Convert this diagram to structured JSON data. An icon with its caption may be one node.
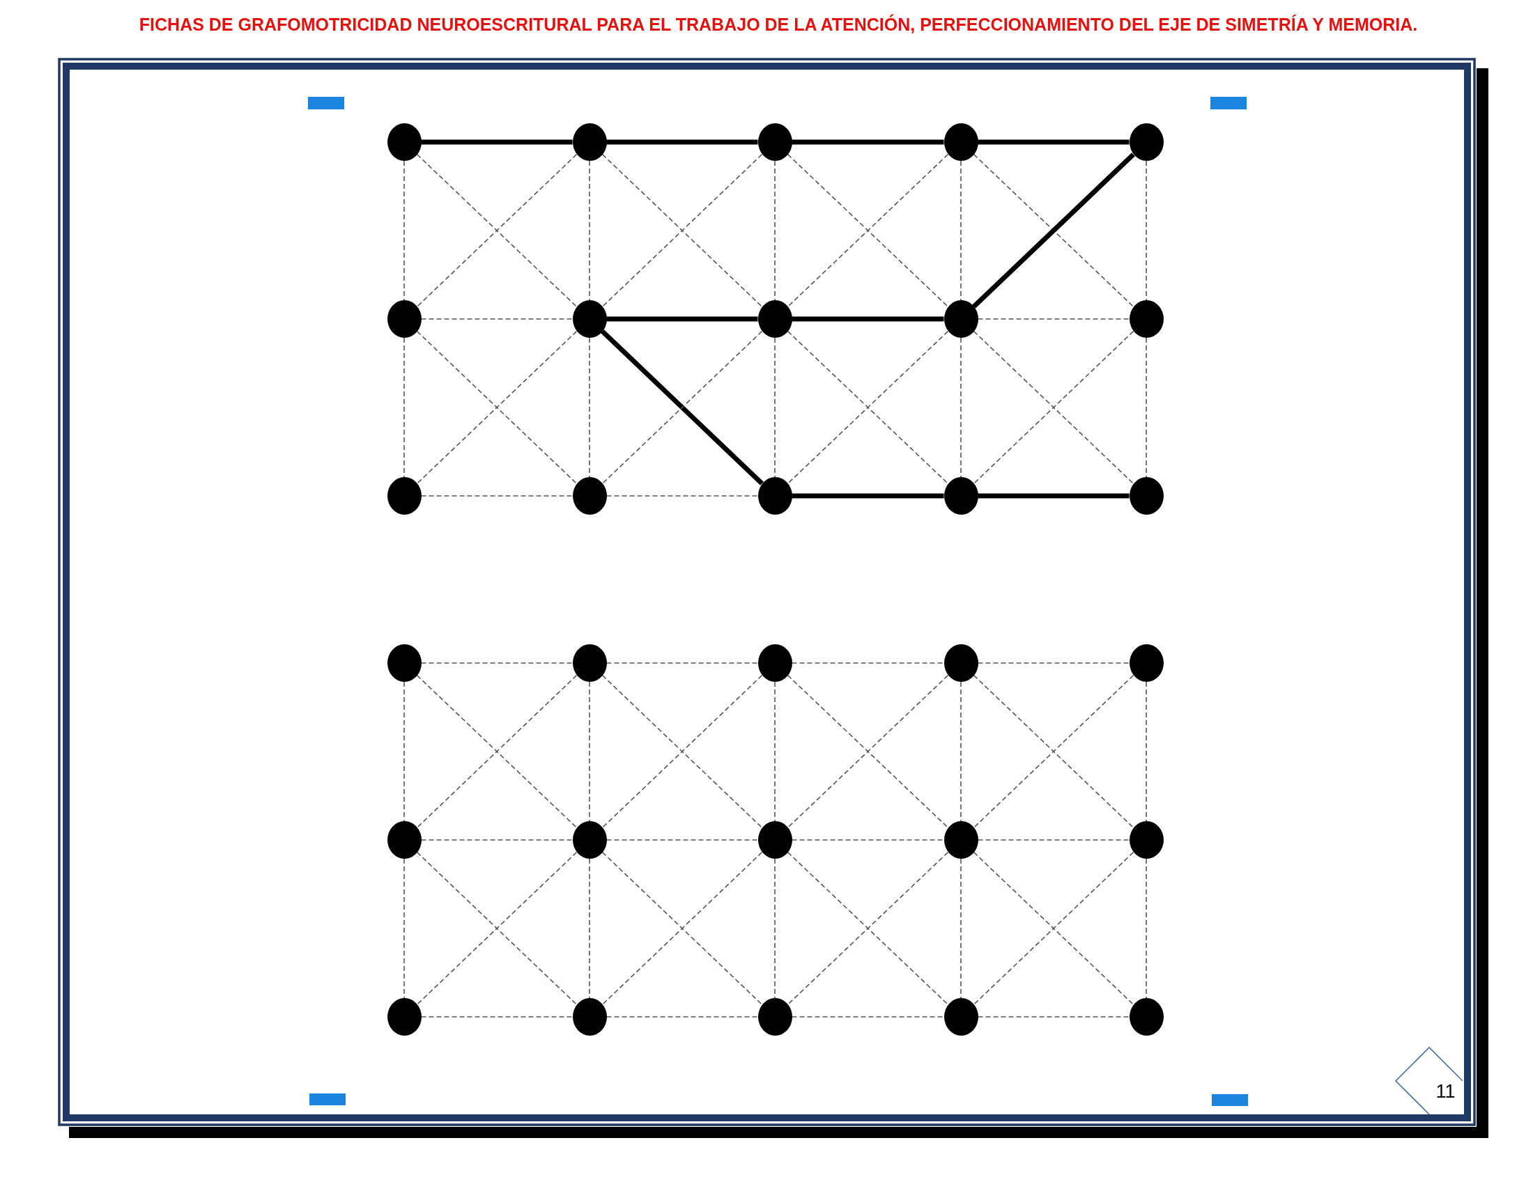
{
  "diagram": {
    "title": "FICHAS DE GRAFOMOTRICIDAD NEUROESCRITURAL PARA EL TRABAJO DE LA ATENCIÓN, PERFECCIONAMIENTO DEL EJE DE SIMETRÍA Y MEMORIA.",
    "nodes": [
      {
        "text": [],
        "shape": "circle"
      },
      {
        "text": [],
        "shape": "circle"
      },
      {
        "text": [],
        "shape": "circle"
      },
      {
        "text": [],
        "shape": "circle"
      },
      {
        "text": [],
        "shape": "circle"
      },
      {
        "text": [],
        "shape": "circle"
      },
      {
        "text": [],
        "shape": "circle"
      },
      {
        "text": [],
        "shape": "circle"
      },
      {
        "text": [],
        "shape": "circle"
      },
      {
        "text": [],
        "shape": "circle"
      },
      {
        "text": [],
        "shape": "circle"
      },
      {
        "text": [],
        "shape": "circle"
      },
      {
        "text": [],
        "shape": "circle"
      },
      {
        "text": [],
        "shape": "circle"
      },
      {
        "text": [],
        "shape": "circle"
      },
      {
        "text": [],
        "shape": "circle"
      },
      {
        "text": [],
        "shape": "circle"
      },
      {
        "text": [],
        "shape": "circle"
      },
      {
        "text": [],
        "shape": "circle"
      },
      {
        "text": [],
        "shape": "circle"
      },
      {
        "text": [],
        "shape": "circle"
      },
      {
        "text": [],
        "shape": "circle"
      },
      {
        "text": [],
        "shape": "circle"
      },
      {
        "text": [],
        "shape": "circle"
      },
      {
        "text": [],
        "shape": "circle"
      },
      {
        "text": [],
        "shape": "circle"
      },
      {
        "text": [],
        "shape": "circle"
      },
      {
        "text": [],
        "shape": "circle"
      },
      {
        "text": [],
        "shape": "circle"
      },
      {
        "text": [],
        "shape": "circle"
      },
      {
        "text": [
          "11"
        ]
      }
    ],
    "edges": [
      {
        "from": 0,
        "to": 1,
        "arrow": "none",
        "style": "thick",
        "color": "#000000"
      },
      {
        "from": 1,
        "to": 2,
        "arrow": "none",
        "style": "thick",
        "color": "#000000"
      },
      {
        "from": 2,
        "to": 3,
        "arrow": "none",
        "style": "thick",
        "color": "#000000"
      },
      {
        "from": 3,
        "to": 4,
        "arrow": "none",
        "style": "thick",
        "color": "#000000"
      },
      {
        "from": 5,
        "to": 6,
        "arrow": "none",
        "style": "dashed"
      },
      {
        "from": 6,
        "to": 7,
        "arrow": "none",
        "style": "thick",
        "color": "#000000"
      },
      {
        "from": 7,
        "to": 8,
        "arrow": "none",
        "style": "thick",
        "color": "#000000"
      },
      {
        "from": 8,
        "to": 9,
        "arrow": "none",
        "style": "dashed"
      },
      {
        "from": 10,
        "to": 11,
        "arrow": "none",
        "style": "dashed"
      },
      {
        "from": 11,
        "to": 12,
        "arrow": "none",
        "style": "dashed"
      },
      {
        "from": 12,
        "to": 13,
        "arrow": "none",
        "style": "thick",
        "color": "#000000"
      },
      {
        "from": 13,
        "to": 14,
        "arrow": "none",
        "style": "thick",
        "color": "#000000"
      },
      {
        "from": 0,
        "to": 5,
        "arrow": "none",
        "style": "dashed"
      },
      {
        "from": 1,
        "to": 6,
        "arrow": "none",
        "style": "dashed"
      },
      {
        "from": 2,
        "to": 7,
        "arrow": "none",
        "style": "dashed"
      },
      {
        "from": 3,
        "to": 8,
        "arrow": "none",
        "style": "dashed"
      },
      {
        "from": 4,
        "to": 9,
        "arrow": "none",
        "style": "dashed"
      },
      {
        "from": 5,
        "to": 10,
        "arrow": "none",
        "style": "dashed"
      },
      {
        "from": 6,
        "to": 11,
        "arrow": "none",
        "style": "dashed"
      },
      {
        "from": 7,
        "to": 12,
        "arrow": "none",
        "style": "dashed"
      },
      {
        "from": 8,
        "to": 13,
        "arrow": "none",
        "style": "dashed"
      },
      {
        "from": 9,
        "to": 14,
        "arrow": "none",
        "style": "dashed"
      },
      {
        "from": 0,
        "to": 6,
        "arrow": "none",
        "style": "dashed"
      },
      {
        "from": 1,
        "to": 5,
        "arrow": "none",
        "style": "dashed"
      },
      {
        "from": 1,
        "to": 7,
        "arrow": "none",
        "style": "dashed"
      },
      {
        "from": 2,
        "to": 6,
        "arrow": "none",
        "style": "dashed"
      },
      {
        "from": 2,
        "to": 8,
        "arrow": "none",
        "style": "dashed"
      },
      {
        "from": 3,
        "to": 7,
        "arrow": "none",
        "style": "dashed"
      },
      {
        "from": 3,
        "to": 9,
        "arrow": "none",
        "style": "dashed"
      },
      {
        "from": 4,
        "to": 8,
        "arrow": "none",
        "style": "thick",
        "color": "#000000"
      },
      {
        "from": 5,
        "to": 11,
        "arrow": "none",
        "style": "dashed"
      },
      {
        "from": 6,
        "to": 10,
        "arrow": "none",
        "style": "dashed"
      },
      {
        "from": 6,
        "to": 12,
        "arrow": "none",
        "style": "thick",
        "color": "#000000"
      },
      {
        "from": 7,
        "to": 11,
        "arrow": "none",
        "style": "dashed"
      },
      {
        "from": 7,
        "to": 13,
        "arrow": "none",
        "style": "dashed"
      },
      {
        "from": 8,
        "to": 12,
        "arrow": "none",
        "style": "dashed"
      },
      {
        "from": 8,
        "to": 14,
        "arrow": "none",
        "style": "dashed"
      },
      {
        "from": 9,
        "to": 13,
        "arrow": "none",
        "style": "dashed"
      },
      {
        "from": 15,
        "to": 16,
        "arrow": "none",
        "style": "dashed"
      },
      {
        "from": 16,
        "to": 17,
        "arrow": "none",
        "style": "dashed"
      },
      {
        "from": 17,
        "to": 18,
        "arrow": "none",
        "style": "dashed"
      },
      {
        "from": 18,
        "to": 19,
        "arrow": "none",
        "style": "dashed"
      },
      {
        "from": 20,
        "to": 21,
        "arrow": "none",
        "style": "dashed"
      },
      {
        "from": 21,
        "to": 22,
        "arrow": "none",
        "style": "dashed"
      },
      {
        "from": 22,
        "to": 23,
        "arrow": "none",
        "style": "dashed"
      },
      {
        "from": 23,
        "to": 24,
        "arrow": "none",
        "style": "dashed"
      },
      {
        "from": 25,
        "to": 26,
        "arrow": "none",
        "style": "dashed"
      },
      {
        "from": 26,
        "to": 27,
        "arrow": "none",
        "style": "dashed"
      },
      {
        "from": 27,
        "to": 28,
        "arrow": "none",
        "style": "dashed"
      },
      {
        "from": 28,
        "to": 29,
        "arrow": "none",
        "style": "dashed"
      },
      {
        "from": 15,
        "to": 20,
        "arrow": "none",
        "style": "dashed"
      },
      {
        "from": 16,
        "to": 21,
        "arrow": "none",
        "style": "dashed"
      },
      {
        "from": 17,
        "to": 22,
        "arrow": "none",
        "style": "dashed"
      },
      {
        "from": 18,
        "to": 23,
        "arrow": "none",
        "style": "dashed"
      },
      {
        "from": 19,
        "to": 24,
        "arrow": "none",
        "style": "dashed"
      },
      {
        "from": 20,
        "to": 25,
        "arrow": "none",
        "style": "dashed"
      },
      {
        "from": 21,
        "to": 26,
        "arrow": "none",
        "style": "dashed"
      },
      {
        "from": 22,
        "to": 27,
        "arrow": "none",
        "style": "dashed"
      },
      {
        "from": 23,
        "to": 28,
        "arrow": "none",
        "style": "dashed"
      },
      {
        "from": 24,
        "to": 29,
        "arrow": "none",
        "style": "dashed"
      },
      {
        "from": 15,
        "to": 21,
        "arrow": "none",
        "style": "dashed"
      },
      {
        "from": 16,
        "to": 20,
        "arrow": "none",
        "style": "dashed"
      },
      {
        "from": 16,
        "to": 22,
        "arrow": "none",
        "style": "dashed"
      },
      {
        "from": 17,
        "to": 21,
        "arrow": "none",
        "style": "dashed"
      },
      {
        "from": 17,
        "to": 23,
        "arrow": "none",
        "style": "dashed"
      },
      {
        "from": 18,
        "to": 22,
        "arrow": "none",
        "style": "dashed"
      },
      {
        "from": 18,
        "to": 24,
        "arrow": "none",
        "style": "dashed"
      },
      {
        "from": 19,
        "to": 23,
        "arrow": "none",
        "style": "dashed"
      },
      {
        "from": 20,
        "to": 26,
        "arrow": "none",
        "style": "dashed"
      },
      {
        "from": 21,
        "to": 25,
        "arrow": "none",
        "style": "dashed"
      },
      {
        "from": 21,
        "to": 27,
        "arrow": "none",
        "style": "dashed"
      },
      {
        "from": 22,
        "to": 26,
        "arrow": "none",
        "style": "dashed"
      },
      {
        "from": 22,
        "to": 28,
        "arrow": "none",
        "style": "dashed"
      },
      {
        "from": 23,
        "to": 27,
        "arrow": "none",
        "style": "dashed"
      },
      {
        "from": 23,
        "to": 29,
        "arrow": "none",
        "style": "dashed"
      },
      {
        "from": 24,
        "to": 28,
        "arrow": "none",
        "style": "dashed"
      }
    ]
  }
}
